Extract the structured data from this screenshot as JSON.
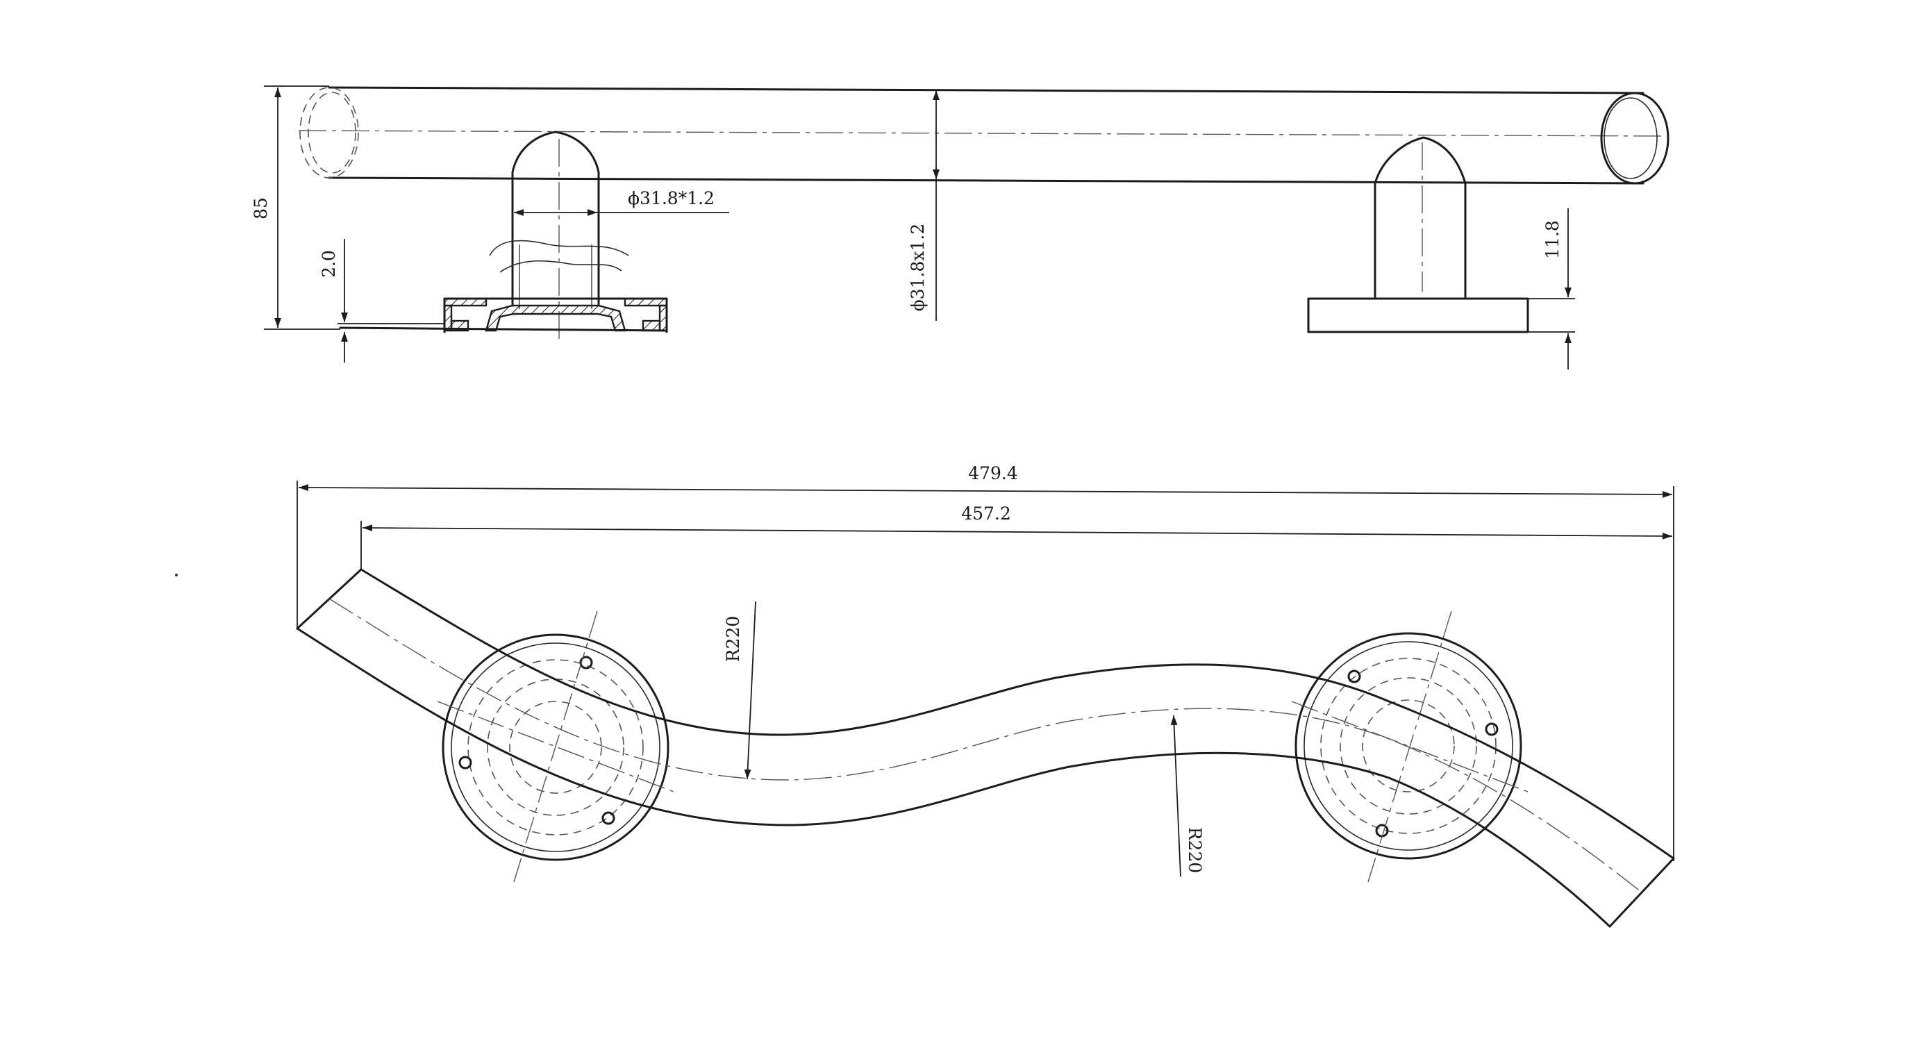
{
  "dimensions": {
    "height_total": "85",
    "tube_section": "ϕ31.8*1.2",
    "tube_diameter": "ϕ31.8x1.2",
    "plate_thickness": "2.0",
    "flange_height": "11.8",
    "overall_length": "479.4",
    "mount_length": "457.2",
    "radius_upper": "R220",
    "radius_lower": "R220"
  },
  "colors": {
    "line": "#1c1c1c",
    "background": "#ffffff"
  }
}
